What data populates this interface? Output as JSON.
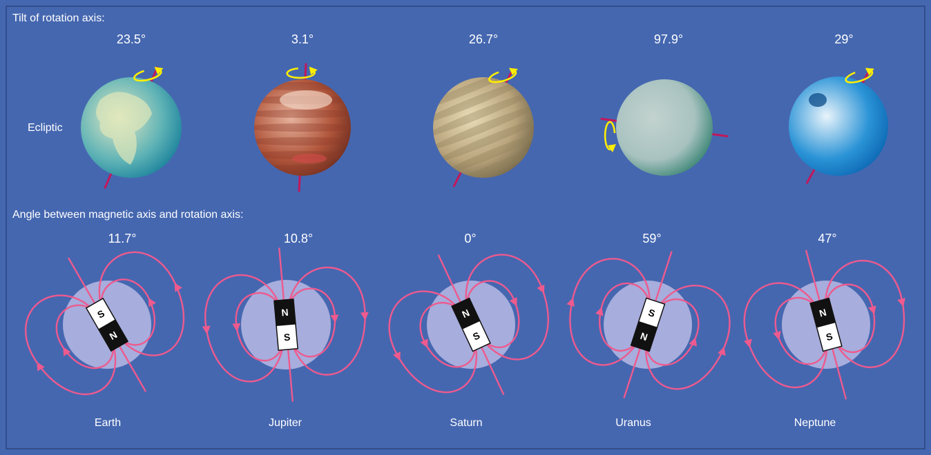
{
  "headings": {
    "tilt": "Tilt of rotation axis:",
    "magnetic": "Angle between magnetic axis and rotation axis:",
    "ecliptic": "Ecliptic"
  },
  "planets": [
    {
      "name": "Earth",
      "tilt": "23.5°",
      "magnetic_angle": "11.7°",
      "tilt_deg": 23.5,
      "mag_top_pole": "S",
      "mag_bottom_pole": "N",
      "colors": [
        "#e3e9c4",
        "#5fb3b6",
        "#157e99"
      ]
    },
    {
      "name": "Jupiter",
      "tilt": "3.1°",
      "magnetic_angle": "10.8°",
      "tilt_deg": 3.1,
      "mag_top_pole": "N",
      "mag_bottom_pole": "S",
      "colors": [
        "#e6b29c",
        "#b0553b",
        "#6a2c1e"
      ]
    },
    {
      "name": "Saturn",
      "tilt": "26.7°",
      "magnetic_angle": "0°",
      "tilt_deg": 26.7,
      "mag_top_pole": "N",
      "mag_bottom_pole": "S",
      "colors": [
        "#e8dcb6",
        "#b9a47c",
        "#6f6245"
      ]
    },
    {
      "name": "Uranus",
      "tilt": "97.9°",
      "magnetic_angle": "59°",
      "tilt_deg": 97.9,
      "mag_top_pole": "S",
      "mag_bottom_pole": "N",
      "colors": [
        "#c3d3cf",
        "#a8c2c0",
        "#2f7f6c"
      ]
    },
    {
      "name": "Neptune",
      "tilt": "29°",
      "magnetic_angle": "47°",
      "tilt_deg": 29,
      "mag_top_pole": "N",
      "mag_bottom_pole": "S",
      "colors": [
        "#e9f4fb",
        "#2a93d6",
        "#0a64b0"
      ]
    }
  ],
  "colors": {
    "background": "#4567b0",
    "field_lines": "#ee5a8e",
    "magnetosphere": "#a7addc",
    "rotation_arrow": "#ffee00",
    "axis": "#c2185b",
    "magnet_dark": "#111111",
    "magnet_light": "#ffffff"
  }
}
